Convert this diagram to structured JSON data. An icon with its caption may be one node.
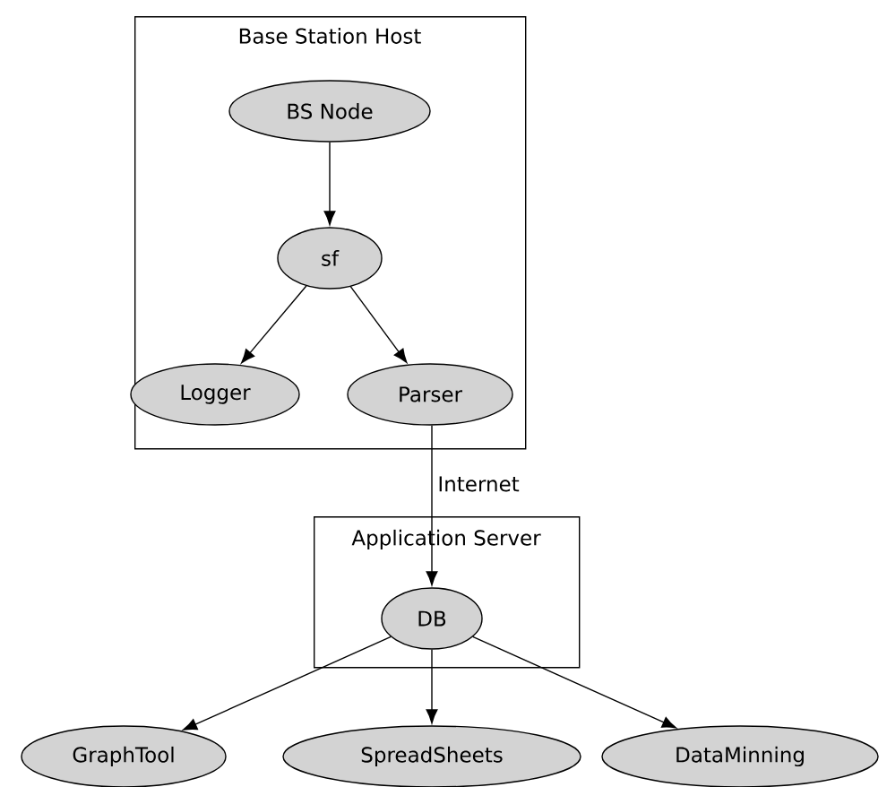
{
  "diagram": {
    "nodes": [
      {
        "text": [
          "Base Station Host"
        ]
      },
      {
        "text": [
          "BS Node"
        ],
        "in": 0
      },
      {
        "text": [
          "sf"
        ],
        "in": 0
      },
      {
        "text": [
          "Logger"
        ],
        "in": 0
      },
      {
        "text": [
          "Parser"
        ],
        "in": 0
      },
      {
        "text": [
          "Application Server"
        ]
      },
      {
        "text": [
          "DB"
        ],
        "in": 5
      },
      {
        "text": [
          "GraphTool"
        ]
      },
      {
        "text": [
          "SpreadSheets"
        ]
      },
      {
        "text": [
          "DataMinning"
        ]
      }
    ],
    "edges": [
      {
        "from": 1,
        "to": 2,
        "arrow": "to"
      },
      {
        "from": 2,
        "to": 3,
        "arrow": "to"
      },
      {
        "from": 2,
        "to": 4,
        "arrow": "to"
      },
      {
        "from": 4,
        "to": 6,
        "arrow": "to",
        "label": "Internet"
      },
      {
        "from": 6,
        "to": 7,
        "arrow": "to"
      },
      {
        "from": 6,
        "to": 8,
        "arrow": "to"
      },
      {
        "from": 6,
        "to": 9,
        "arrow": "to"
      }
    ]
  }
}
